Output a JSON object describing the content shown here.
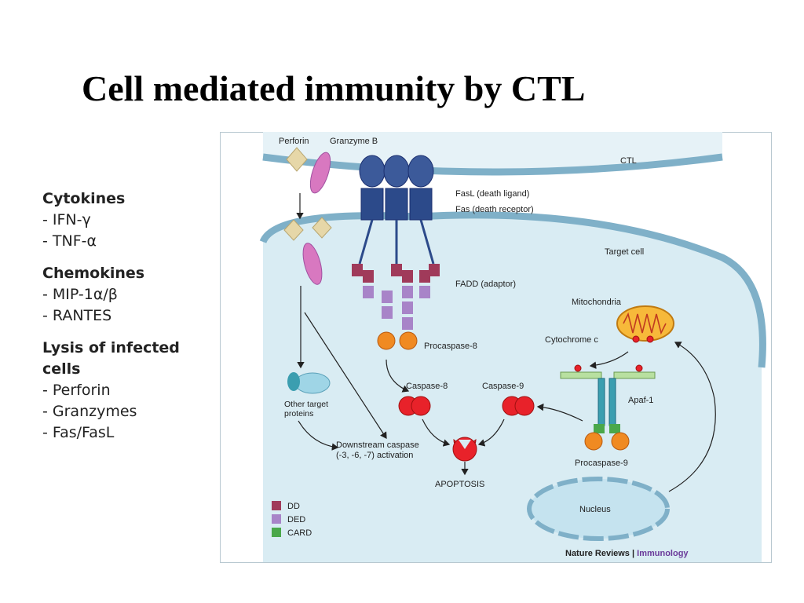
{
  "slide": {
    "title": "Cell mediated immunity by CTL"
  },
  "left_panel": {
    "sections": [
      {
        "title": "Cytokines",
        "items": [
          "- IFN-γ",
          "- TNF-α"
        ]
      },
      {
        "title": "Chemokines",
        "items": [
          "- MIP-1α/β",
          "- RANTES"
        ]
      },
      {
        "title": "Lysis of infected",
        "title_line2": "cells",
        "items": [
          "- Perforin",
          "- Granzymes",
          "- Fas/FasL"
        ]
      }
    ]
  },
  "figure": {
    "labels": {
      "perforin": "Perforin",
      "granzyme_b": "Granzyme B",
      "ctl": "CTL",
      "fasl": "FasL (death ligand)",
      "fas": "Fas (death receptor)",
      "target_cell": "Target cell",
      "fadd": "FADD (adaptor)",
      "mitochondria": "Mitochondria",
      "cytochrome": "Cytochrome c",
      "procaspase8": "Procaspase-8",
      "caspase8": "Caspase-8",
      "caspase9": "Caspase-9",
      "apaf1": "Apaf-1",
      "other_target_1": "Other target",
      "other_target_2": "proteins",
      "downstream_1": "Downstream caspase",
      "downstream_2": "(-3, -6, -7) activation",
      "apoptosis": "APOPTOSIS",
      "procaspase9": "Procaspase-9",
      "nucleus": "Nucleus"
    },
    "legend": [
      {
        "label": "DD",
        "color": "#a03a5a"
      },
      {
        "label": "DED",
        "color": "#a884c8"
      },
      {
        "label": "CARD",
        "color": "#4aa84a"
      }
    ],
    "credit": {
      "part1": "Nature Reviews",
      "sep": " | ",
      "part2": "Immunology"
    },
    "colors": {
      "membrane": "#7fb0c8",
      "cell_fill": "#d9ecf3",
      "caspase": "#e8222a",
      "procaspase": "#f08a22",
      "receptor": "#2c4a8a",
      "granzyme": "#d878c0",
      "perforin": "#e6d7a8"
    }
  }
}
